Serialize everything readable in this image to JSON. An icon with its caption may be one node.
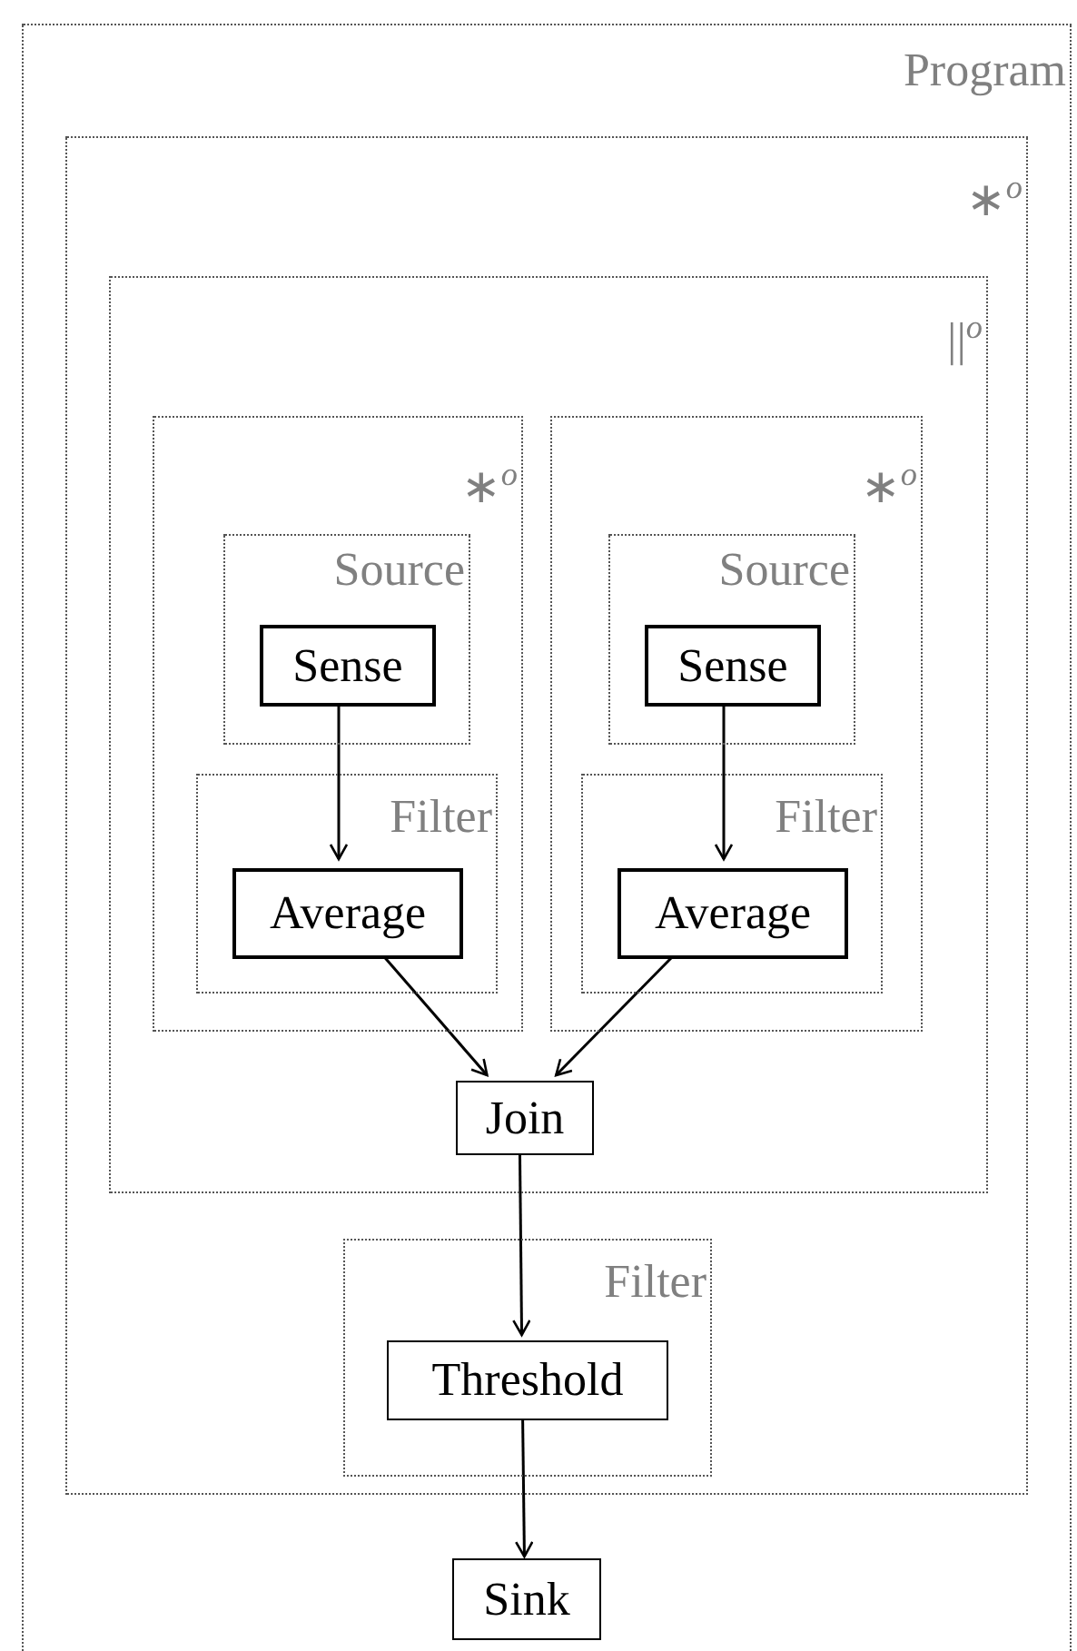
{
  "diagram": {
    "nodes": [
      {
        "text": [
          "Program"
        ]
      },
      {
        "text": [
          "∗$^{o}$"
        ],
        "in": 0
      },
      {
        "text": [
          "||$^{o}$"
        ],
        "in": 1
      },
      {
        "text": [
          "∗$^{o}$"
        ],
        "in": 2
      },
      {
        "text": [
          "Source"
        ],
        "in": 3
      },
      {
        "text": [
          "Sense"
        ],
        "in": 4
      },
      {
        "text": [
          "Filter"
        ],
        "in": 3
      },
      {
        "text": [
          "Average"
        ],
        "in": 6
      },
      {
        "text": [
          "∗$^{o}$"
        ],
        "in": 2
      },
      {
        "text": [
          "Source"
        ],
        "in": 8
      },
      {
        "text": [
          "Sense"
        ],
        "in": 9
      },
      {
        "text": [
          "Filter"
        ],
        "in": 8
      },
      {
        "text": [
          "Average"
        ],
        "in": 11
      },
      {
        "text": [
          "Join"
        ],
        "in": 2
      },
      {
        "text": [
          "Filter"
        ],
        "in": 1
      },
      {
        "text": [
          "Threshold"
        ],
        "in": 14
      },
      {
        "text": [
          "Sink"
        ],
        "in": 0
      }
    ],
    "edges": [
      {
        "from": 5,
        "to": 7,
        "arrow": "to"
      },
      {
        "from": 10,
        "to": 12,
        "arrow": "to"
      },
      {
        "from": 7,
        "to": 13,
        "arrow": "to"
      },
      {
        "from": 12,
        "to": 13,
        "arrow": "to"
      },
      {
        "from": 13,
        "to": 15,
        "arrow": "to"
      },
      {
        "from": 15,
        "to": 16,
        "arrow": "to"
      }
    ]
  }
}
